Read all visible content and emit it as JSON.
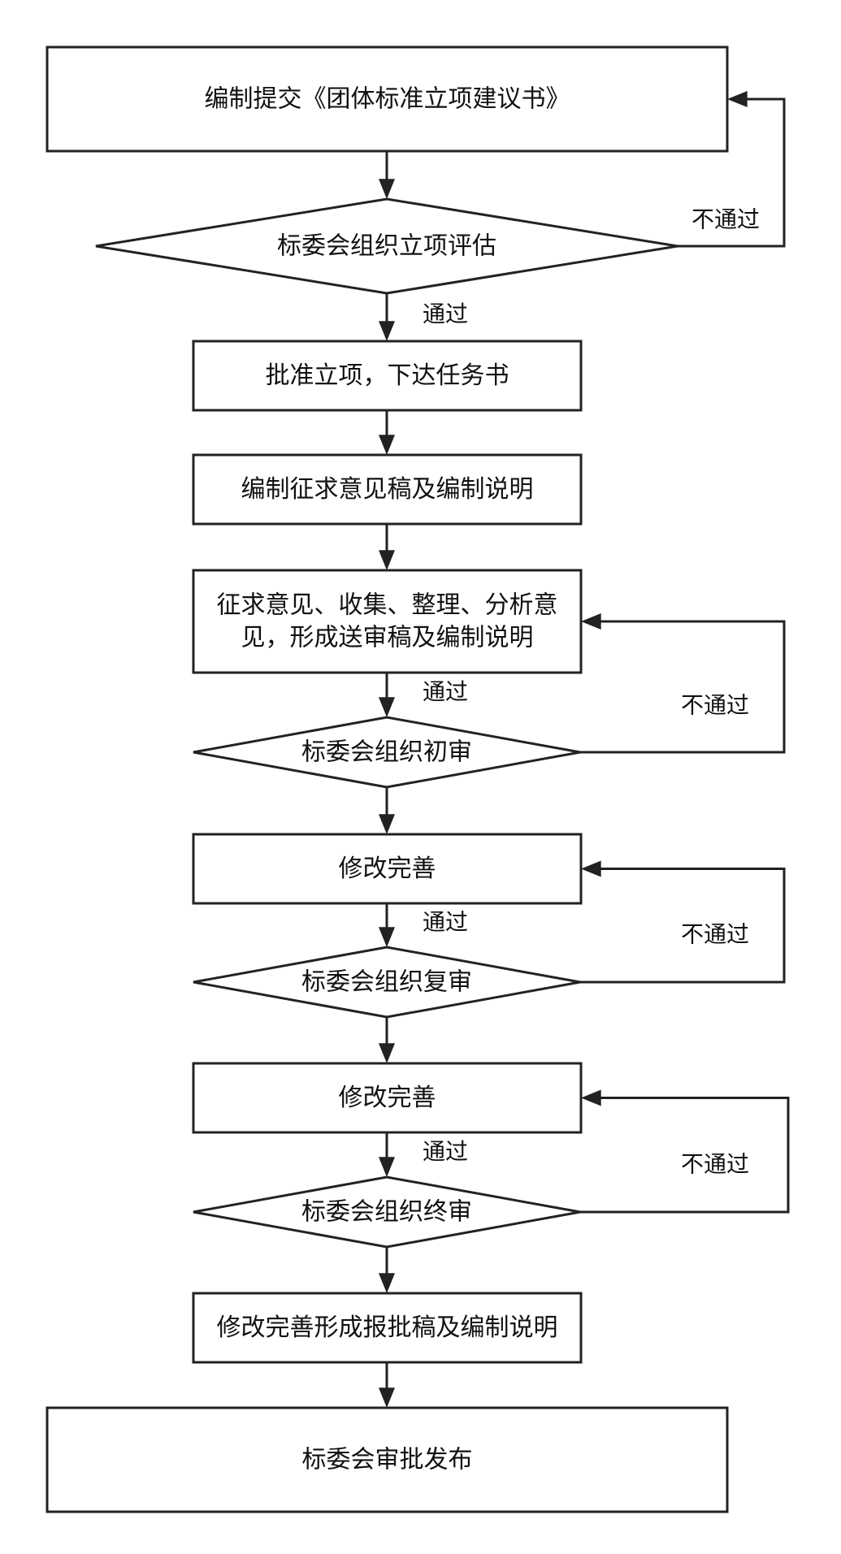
{
  "nodes": [
    {
      "id": "n1",
      "kind": "rect",
      "lines": [
        "编制提交《团体标准立项建议书》"
      ]
    },
    {
      "id": "d1",
      "kind": "diamond",
      "lines": [
        "标委会组织立项评估"
      ]
    },
    {
      "id": "n2",
      "kind": "rect",
      "lines": [
        "批准立项，下达任务书"
      ]
    },
    {
      "id": "n3",
      "kind": "rect",
      "lines": [
        "编制征求意见稿及编制说明"
      ]
    },
    {
      "id": "n4",
      "kind": "rect",
      "lines": [
        "征求意见、收集、整理、分析意",
        "见，形成送审稿及编制说明"
      ]
    },
    {
      "id": "d2",
      "kind": "diamond",
      "lines": [
        "标委会组织初审"
      ]
    },
    {
      "id": "n5",
      "kind": "rect",
      "lines": [
        "修改完善"
      ]
    },
    {
      "id": "d3",
      "kind": "diamond",
      "lines": [
        "标委会组织复审"
      ]
    },
    {
      "id": "n6",
      "kind": "rect",
      "lines": [
        "修改完善"
      ]
    },
    {
      "id": "d4",
      "kind": "diamond",
      "lines": [
        "标委会组织终审"
      ]
    },
    {
      "id": "n7",
      "kind": "rect",
      "lines": [
        "修改完善形成报批稿及编制说明"
      ]
    },
    {
      "id": "n8",
      "kind": "rect",
      "lines": [
        "标委会审批发布"
      ]
    }
  ],
  "edges": [
    {
      "id": "e1",
      "from": "n1",
      "to": "d1",
      "label": ""
    },
    {
      "id": "e2",
      "from": "d1",
      "to": "n2",
      "label": "通过"
    },
    {
      "id": "e3",
      "from": "n2",
      "to": "n3",
      "label": ""
    },
    {
      "id": "e4",
      "from": "n3",
      "to": "n4",
      "label": ""
    },
    {
      "id": "e5",
      "from": "n4",
      "to": "d2",
      "label": "通过"
    },
    {
      "id": "e6",
      "from": "d2",
      "to": "n5",
      "label": ""
    },
    {
      "id": "e7",
      "from": "n5",
      "to": "d3",
      "label": "通过"
    },
    {
      "id": "e8",
      "from": "d3",
      "to": "n6",
      "label": ""
    },
    {
      "id": "e9",
      "from": "n6",
      "to": "d4",
      "label": "通过"
    },
    {
      "id": "e10",
      "from": "d4",
      "to": "n7",
      "label": ""
    },
    {
      "id": "e11",
      "from": "n7",
      "to": "n8",
      "label": ""
    },
    {
      "id": "f1",
      "from": "d1",
      "to": "n1",
      "label": "不通过"
    },
    {
      "id": "f2",
      "from": "d2",
      "to": "n4",
      "label": "不通过"
    },
    {
      "id": "f3",
      "from": "d3",
      "to": "n5",
      "label": "不通过"
    },
    {
      "id": "f4",
      "from": "d4",
      "to": "n6",
      "label": "不通过"
    }
  ],
  "colors": {
    "stroke": "#222222",
    "text": "#111111",
    "background": "#ffffff"
  }
}
